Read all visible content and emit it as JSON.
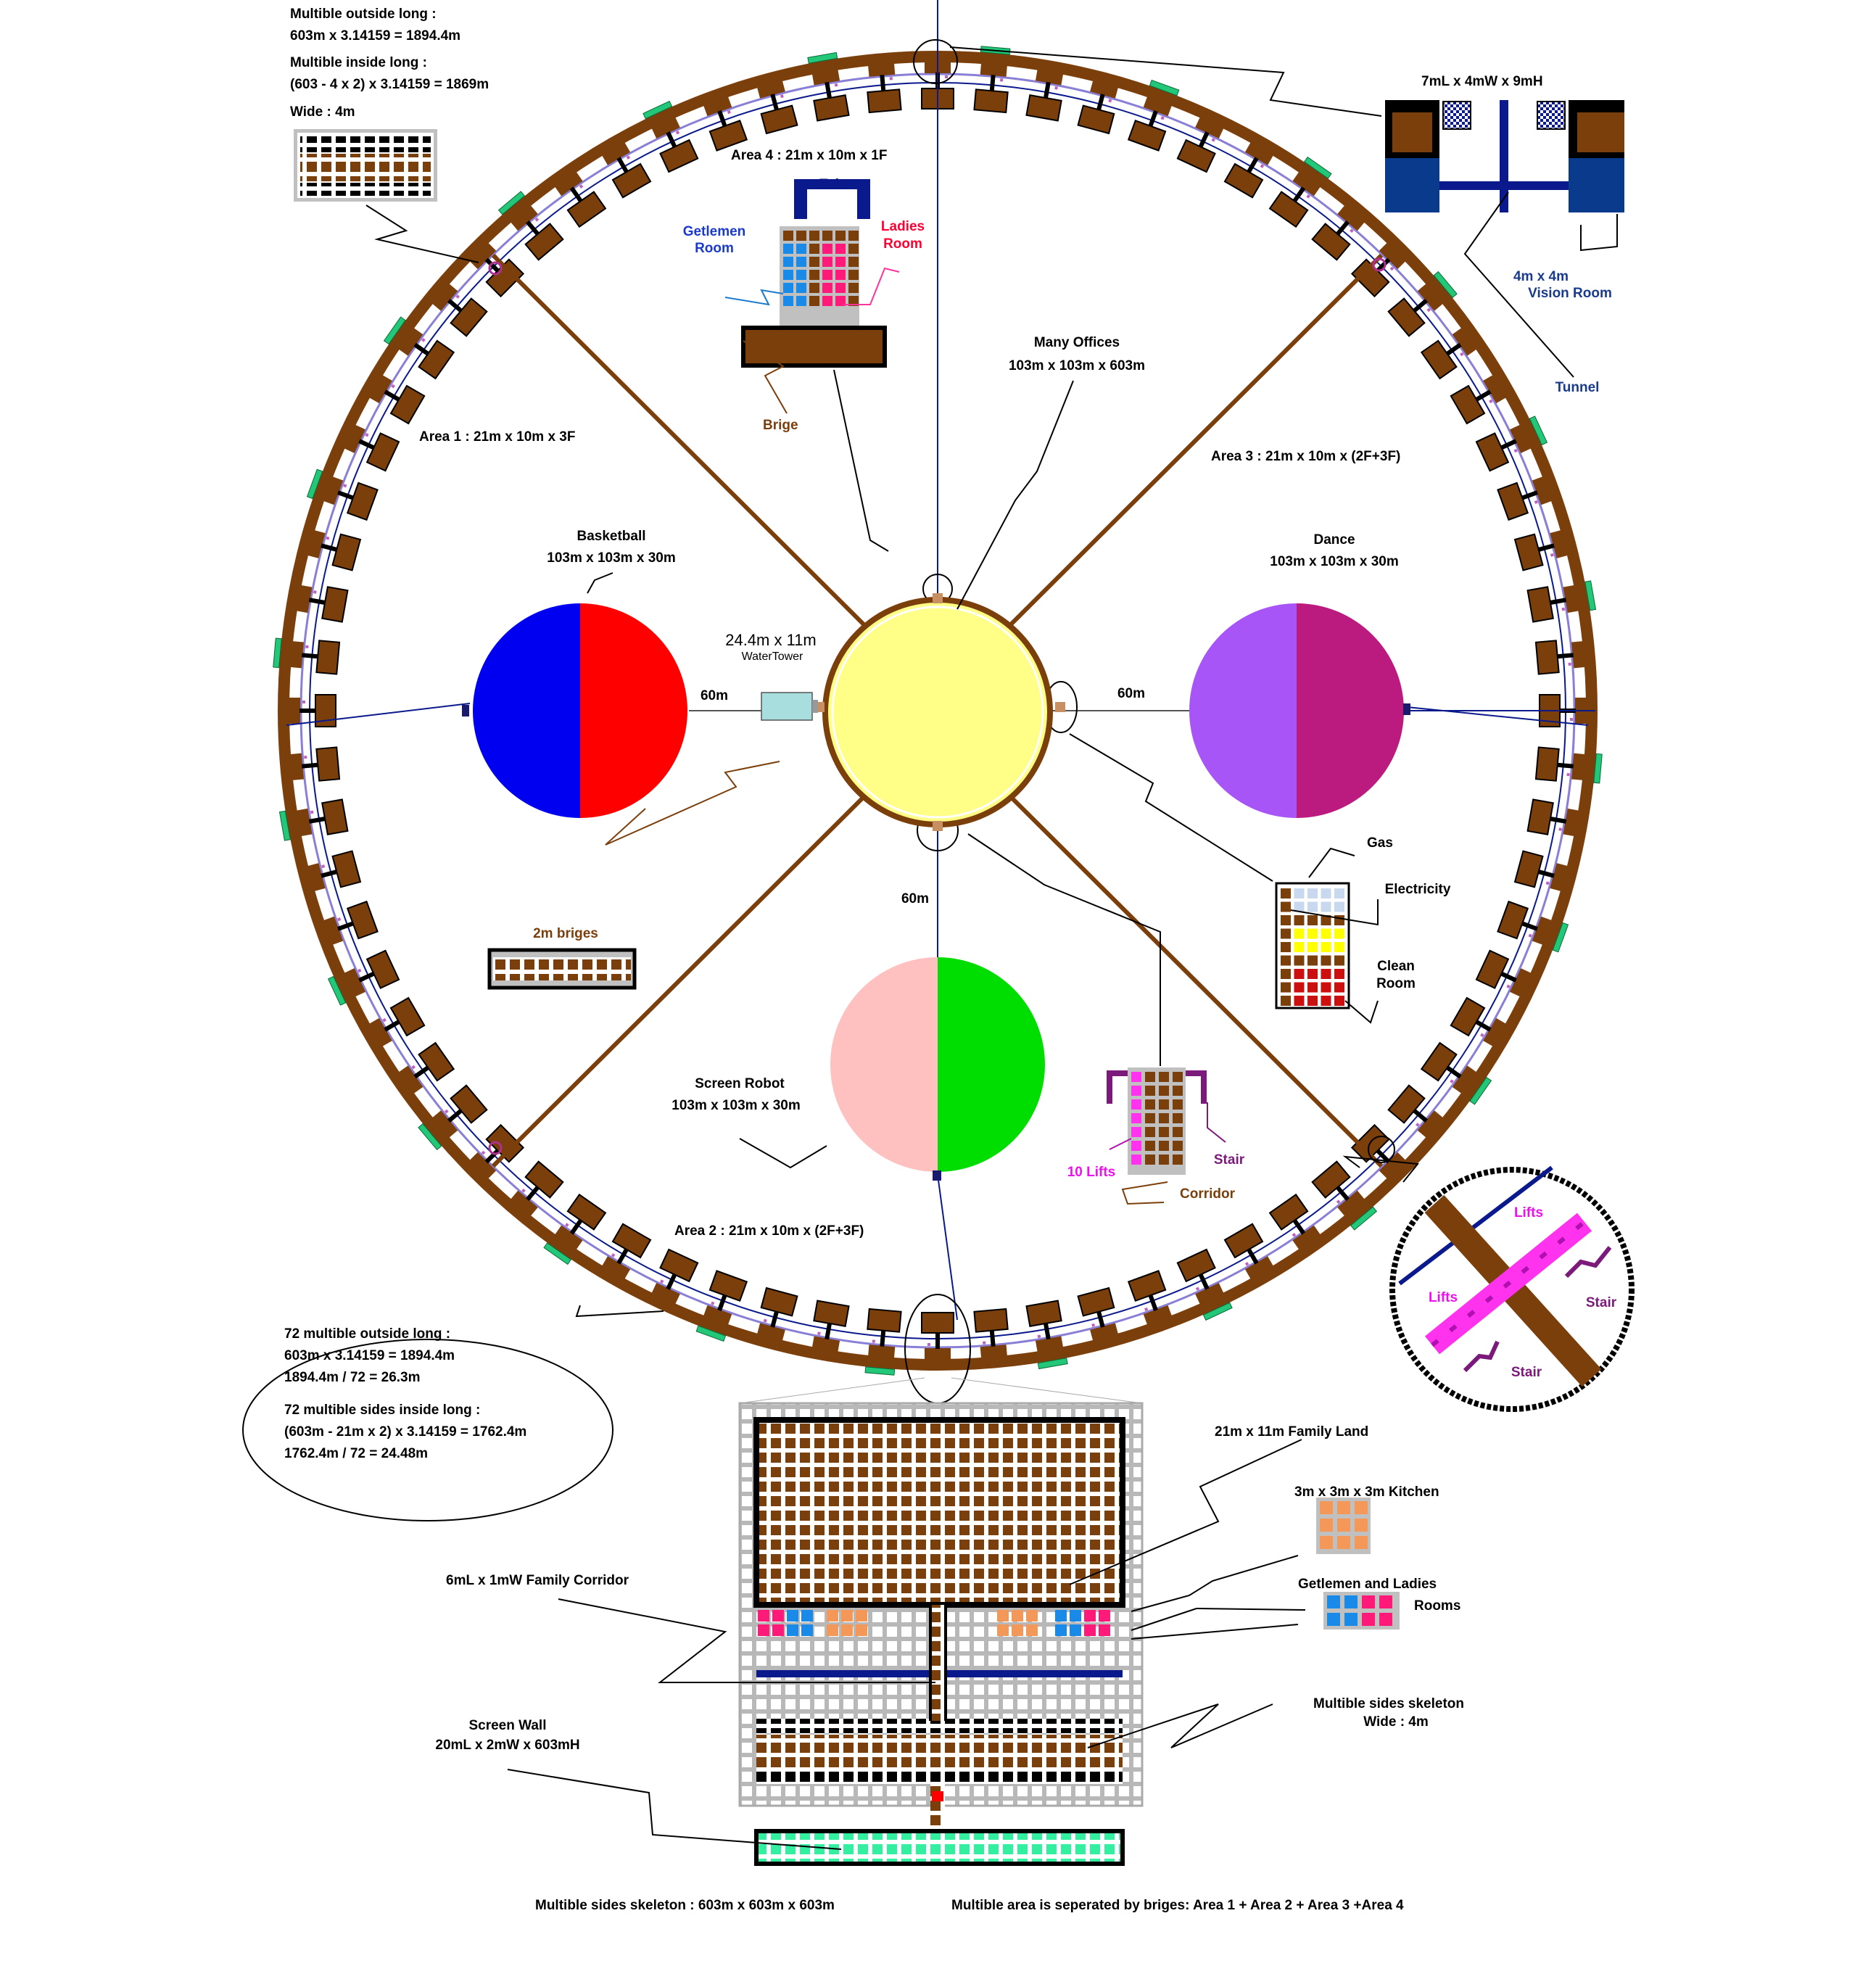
{
  "top_left": {
    "line1": "Multible outside long :",
    "line2": "603m x 3.14159 = 1894.4m",
    "line3": "Multible inside long :",
    "line4": "(603 - 4 x 2) x 3.14159 = 1869m",
    "line5": "Wide : 4m"
  },
  "top_right": {
    "title": "7mL x 4mW x 9mH",
    "vision_room": [
      "4m x 4m",
      "Vision Room"
    ],
    "tunnel": "Tunnel"
  },
  "areas": {
    "area1": "Area 1  :  21m x 10m x 3F",
    "area2": "Area 2  :  21m x 10m x (2F+3F)",
    "area3": "Area 3  :  21m x 10m x (2F+3F)",
    "area4": "Area 4 : 21m x 10m x 1F"
  },
  "toilet_block": {
    "tube": "Tube",
    "gentlemen": [
      "Getlemen",
      "Room"
    ],
    "ladies": [
      "Ladies",
      "Room"
    ],
    "bridge": "Brige"
  },
  "offices": [
    "Many Offices",
    "103m x 103m x 603m"
  ],
  "courts": {
    "basketball": [
      "Basketball",
      "103m x 103m x 30m"
    ],
    "dance": [
      "Dance",
      "103m x 103m x 30m"
    ],
    "screen_robot": [
      "Screen Robot",
      "103m x 103m x 30m"
    ]
  },
  "water_tower": [
    "24.4m x 11m",
    "WaterTower"
  ],
  "distances": {
    "left": "60m",
    "right": "60m",
    "bottom": "60m"
  },
  "bridges_label": "2m briges",
  "utilities": {
    "gas": "Gas",
    "electricity": "Electricity",
    "clean_room": [
      "Clean",
      "Room"
    ]
  },
  "lifts_block": {
    "lifts": "10 Lifts",
    "stair": "Stair",
    "corridor": "Corridor"
  },
  "zoom_circle": {
    "lifts_top": "Lifts",
    "lifts_left": "Lifts",
    "stair_right": "Stair",
    "stair_bottom": "Stair"
  },
  "ellipse_note": {
    "l1": "72 multible outside long :",
    "l2": "603m x 3.14159 = 1894.4m",
    "l3": "1894.4m / 72 = 26.3m",
    "l4": "72 multible sides inside long :",
    "l5": "(603m - 21m x 2) x 3.14159 = 1762.4m",
    "l6": "1762.4m / 72 = 24.48m"
  },
  "detail": {
    "family_land": "21m x 11m Family Land",
    "kitchen": "3m x 3m x 3m Kitchen",
    "rooms": [
      "Getlemen and Ladies",
      "Rooms"
    ],
    "corridor": "6mL x 1mW Family Corridor",
    "skeleton": [
      "Multible sides skeleton",
      "Wide : 4m"
    ],
    "screen_wall": [
      "Screen Wall",
      "20mL x 2mW x 603mH"
    ]
  },
  "footer": {
    "left": "Multible sides skeleton : 603m x 603m x 603m",
    "right": "Multible area is seperated by briges:  Area 1 + Area 2 + Area 3 +Area 4"
  },
  "colors": {
    "brown": "#7b3f0c",
    "basketball_left": "#0000f0",
    "basketball_right": "#ff0000",
    "dance_left": "#a855f7",
    "dance_right": "#bb1a7e",
    "robot_left": "#ffc0c0",
    "robot_right": "#00dd00",
    "center": "#ffff88",
    "water_tower": "#a8dede",
    "navy": "#0a1a8c",
    "green": "#22c878"
  }
}
